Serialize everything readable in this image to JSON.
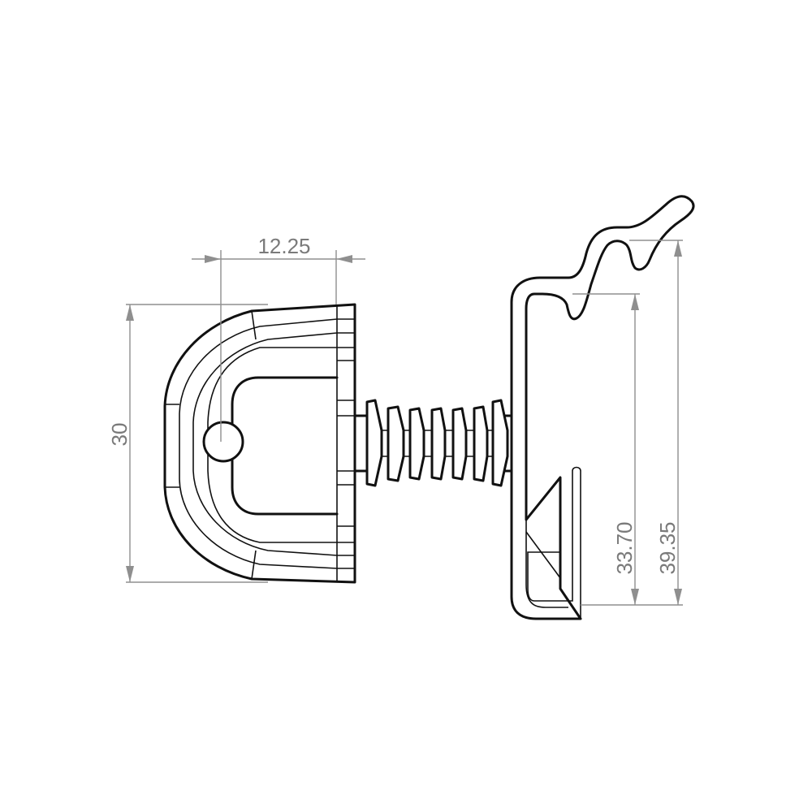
{
  "dimensions": {
    "width_top": "12.25",
    "height_left": "30",
    "height_inner": "33.70",
    "height_outer": "39.35"
  },
  "colors": {
    "line": "#111111",
    "dimension": "#8f8f8f",
    "background": "#ffffff"
  }
}
